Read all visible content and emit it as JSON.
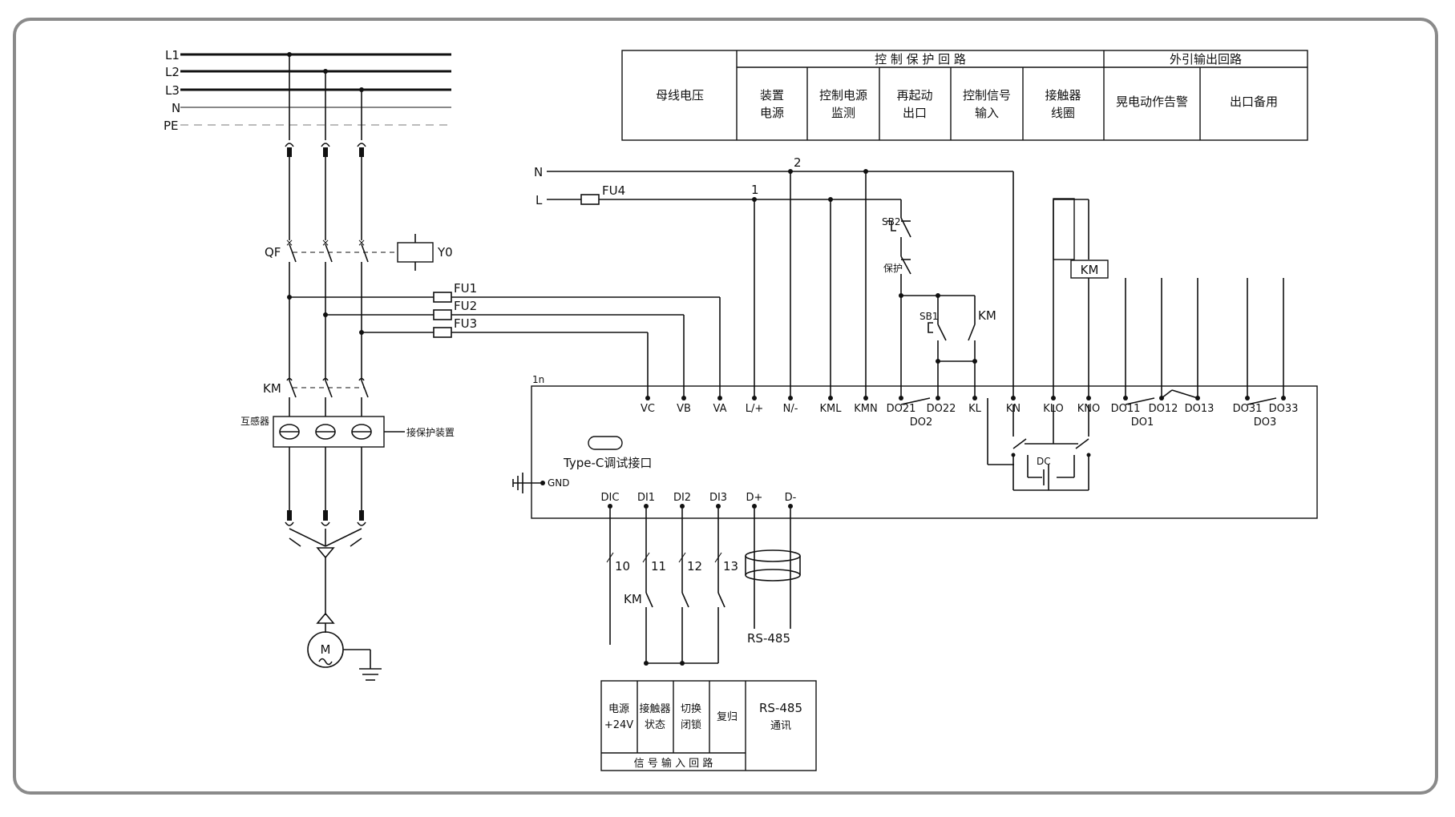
{
  "main_circuit": {
    "bus_labels": [
      "L1",
      "L2",
      "L3",
      "N",
      "PE"
    ],
    "breaker": "QF",
    "shunt_trip": "Y0",
    "fuses": [
      "FU1",
      "FU2",
      "FU3"
    ],
    "contactor": "KM",
    "ct_label": "互感器",
    "ct_note": "接保护装置",
    "motor": "M"
  },
  "header_table": {
    "bus_voltage": "母线电压",
    "control_group": "控 制 保 护 回 路",
    "output_group": "外引输出回路",
    "col1_l1": "装置",
    "col1_l2": "电源",
    "col2_l1": "控制电源",
    "col2_l2": "监测",
    "col3_l1": "再起动",
    "col3_l2": "出口",
    "col4_l1": "控制信号",
    "col4_l2": "输入",
    "col5_l1": "接触器",
    "col5_l2": "线圈",
    "col6": "晃电动作告警",
    "col7": "出口备用"
  },
  "control": {
    "n_label": "N",
    "l_label": "L",
    "fu4": "FU4",
    "node1": "1",
    "node2": "2",
    "sb2": "SB2",
    "protect": "保护",
    "sb1": "SB1",
    "km_contact": "KM",
    "km_coil": "KM"
  },
  "device": {
    "name": "1n",
    "typec": "Type-C调试接口",
    "gnd": "GND",
    "dc": "DC",
    "top_terminals": [
      "VC",
      "VB",
      "VA",
      "L/+",
      "N/-",
      "KML",
      "KMN",
      "DO21",
      "DO22",
      "KL",
      "KN",
      "KLO",
      "KNO",
      "DO11",
      "DO12",
      "DO13",
      "DO31",
      "DO33"
    ],
    "do2": "DO2",
    "do1": "DO1",
    "do3": "DO3",
    "bottom_terminals": [
      "DIC",
      "DI1",
      "DI2",
      "DI3",
      "D+",
      "D-"
    ]
  },
  "inputs": {
    "wire_nums": [
      "10",
      "11",
      "12",
      "13"
    ],
    "km": "KM",
    "rs485": "RS-485"
  },
  "bottom_table": {
    "c1_l1": "电源",
    "c1_l2": "+24V",
    "c2_l1": "接触器",
    "c2_l2": "状态",
    "c3_l1": "切换",
    "c3_l2": "闭锁",
    "c4": "复归",
    "c5_l1": "RS-485",
    "c5_l2": "通讯",
    "footer": "信 号 输 入 回 路"
  }
}
